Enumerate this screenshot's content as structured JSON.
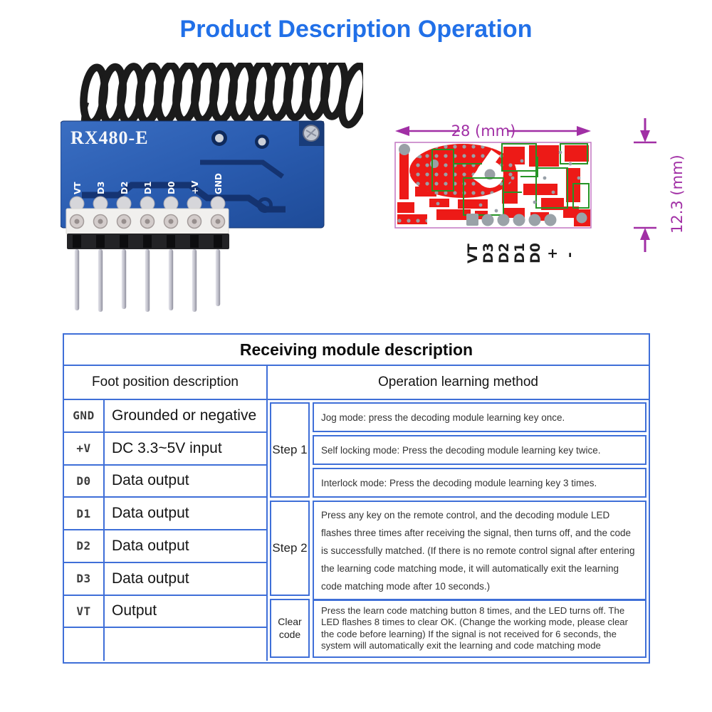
{
  "page": {
    "title": "Product Description Operation"
  },
  "colors": {
    "title_blue": "#2170e8",
    "table_border_blue": "#3f6fd8",
    "board_blue": "#2a5cb0",
    "pcb_red": "#ed1a17",
    "dimension_purple": "#a12fa5"
  },
  "module_photo": {
    "board_label": "RX480-E",
    "pin_labels": [
      "VT",
      "D3",
      "D2",
      "D1",
      "D0",
      "+V",
      "GND"
    ]
  },
  "pcb_diagram": {
    "width_label": "28 (mm)",
    "height_label": "12.3 (mm)",
    "pin_labels": [
      "VT",
      "D3",
      "D2",
      "D1",
      "D0",
      "+",
      "-"
    ]
  },
  "table": {
    "title": "Receiving module description",
    "col_headers": [
      "Foot position description",
      "Operation learning method"
    ],
    "pins": [
      {
        "name": "GND",
        "desc": "Grounded or negative"
      },
      {
        "name": "+V",
        "desc": "DC 3.3~5V input"
      },
      {
        "name": "D0",
        "desc": "Data output"
      },
      {
        "name": "D1",
        "desc": "Data output"
      },
      {
        "name": "D2",
        "desc": "Data output"
      },
      {
        "name": "D3",
        "desc": "Data output"
      },
      {
        "name": "VT",
        "desc": "Output"
      },
      {
        "name": "",
        "desc": ""
      }
    ],
    "steps": [
      {
        "label": "Step 1",
        "items": [
          "Jog mode: press the decoding module learning key once.",
          "Self locking mode: Press the decoding module learning key twice.",
          "Interlock mode: Press the decoding module learning key 3 times."
        ]
      },
      {
        "label": "Step 2",
        "items": [
          "Press any key on the remote control, and the decoding module LED flashes three times after receiving the signal, then turns off, and the code is successfully matched. (If there is no remote control signal after entering the learning code matching mode, it will automatically exit the learning code matching mode after 10 seconds.)"
        ]
      },
      {
        "label": "Clear code",
        "items": [
          "Press the learn code matching button 8 times, and the LED turns off. The LED flashes 8 times to clear OK. (Change the working mode, please clear the code before learning) If the signal is not received for 6 seconds, the system will automatically exit the learning and code matching mode"
        ]
      }
    ]
  }
}
